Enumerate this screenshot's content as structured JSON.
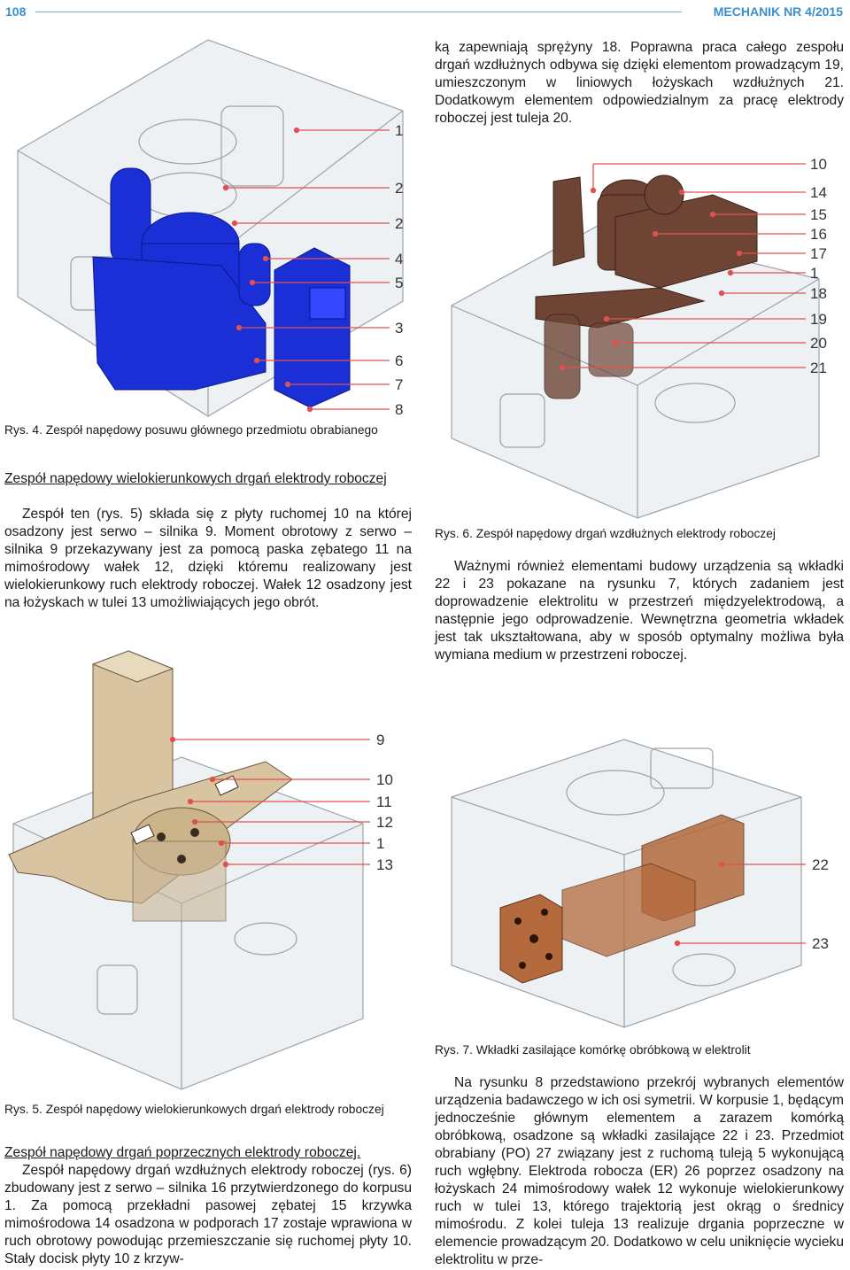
{
  "header": {
    "page_number": "108",
    "journal": "MECHANIK NR 4/2015"
  },
  "right_top_paragraph": "ką zapewniają sprężyny 18. Poprawna praca całego zespołu drgań wzdłużnych odbywa się dzięki elementom prowadzącym 19, umieszczonym w liniowych łożyskach wzdłużnych 21. Dodatkowym elementem odpowiedzialnym za pracę elektrody roboczej jest tuleja 20.",
  "fig4": {
    "caption": "Rys. 4. Zespół napędowy posuwu głównego przedmiotu obrabianego",
    "labels": [
      "1",
      "2",
      "2",
      "4",
      "5",
      "3",
      "6",
      "7",
      "8"
    ]
  },
  "section1": {
    "heading": "Zespół napędowy wielokierunkowych drgań elektrody roboczej",
    "body": "Zespół ten (rys. 5) składa się z płyty ruchomej 10 na której osadzony jest serwo – silnika 9. Moment obrotowy z serwo – silnika 9 przekazywany jest za pomocą paska zębatego 11 na mimośrodowy wałek 12, dzięki któremu realizowany jest wielokierunkowy ruch elektrody roboczej. Wałek 12 osadzony jest na łożyskach w tulei 13 umożliwiających jego obrót."
  },
  "fig6": {
    "caption": "Rys. 6. Zespół napędowy drgań wzdłużnych elektrody roboczej",
    "labels": [
      "10",
      "14",
      "15",
      "16",
      "17",
      "1",
      "18",
      "19",
      "20",
      "21"
    ]
  },
  "right_mid_paragraph": "Ważnymi również elementami budowy urządzenia są wkładki 22 i 23 pokazane na rysunku 7, których zadaniem jest doprowadzenie elektrolitu w przestrzeń międzyelektrodową, a następnie jego odprowadzenie. Wewnętrzna geometria wkładek jest tak ukształtowana, aby w sposób optymalny możliwa była wymiana medium w przestrzeni roboczej.",
  "fig5": {
    "caption": "Rys. 5. Zespół napędowy wielokierunkowych drgań elektrody roboczej",
    "labels": [
      "9",
      "10",
      "11",
      "12",
      "1",
      "13"
    ]
  },
  "fig7": {
    "caption": "Rys. 7. Wkładki zasilające komórkę obróbkową w elektrolit",
    "labels": [
      "22",
      "23"
    ]
  },
  "section2": {
    "heading": "Zespół napędowy drgań poprzecznych elektrody roboczej.",
    "body": "Zespół napędowy drgań wzdłużnych elektrody roboczej (rys. 6) zbudowany jest z serwo – silnika 16 przytwierdzonego do korpusu 1. Za pomocą przekładni pasowej zębatej 15 krzywka mimośrodowa 14 osadzona w podporach 17 zostaje wprawiona w ruch obrotowy powodując przemieszczanie się ruchomej płyty 10. Stały docisk płyty 10 z krzyw-"
  },
  "right_bottom_paragraph": "Na rysunku 8 przedstawiono przekrój wybranych elementów urządzenia badawczego w ich osi symetrii. W korpusie 1, będącym jednocześnie głównym elementem a zarazem komórką obróbkową, osadzone są wkładki zasilające 22 i 23. Przedmiot obrabiany (PO) 27 związany jest z ruchomą tuleją 5 wykonującą ruch wgłębny. Elektroda robocza (ER) 26 poprzez osadzony na łożyskach 24 mimośrodowy wałek 12 wykonuje wielokierunkowy ruch w tulei 13, którego trajektorią jest okrąg o średnicy mimośrodu. Z kolei tuleja 13 realizuje drgania poprzeczne w elemencie prowadzącym 20. Dodatkowo w celu uniknięcie wycieku elektrolitu w prze-",
  "colors": {
    "accent": "#3a8fcf",
    "leader": "#e05050",
    "blue_part": "#1a2fd6",
    "brown_part": "#6e4535",
    "tan_part": "#d8c4a0",
    "copper_part": "#b46a3c"
  }
}
